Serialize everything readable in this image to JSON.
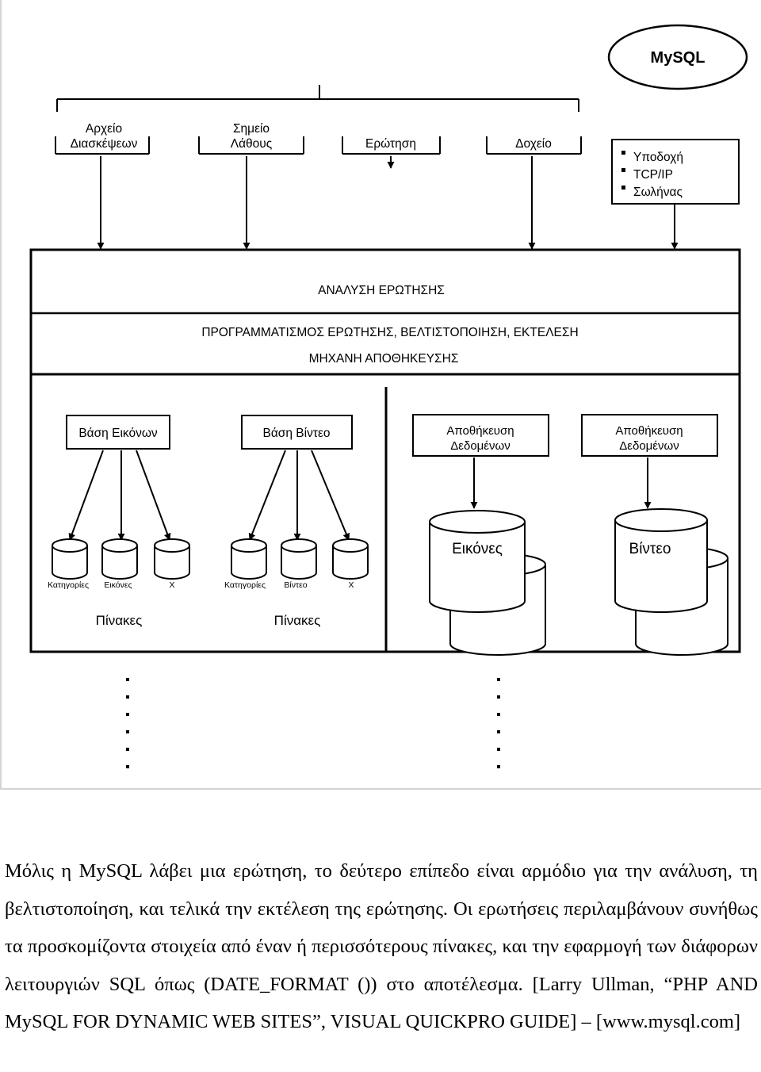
{
  "mysql": "MySQL",
  "top_boxes": [
    {
      "line1": "Αρχείο",
      "line2": "Διασκέψεων"
    },
    {
      "line1": "Σημείο",
      "line2": "Λάθους"
    },
    {
      "line1": "Ερώτηση",
      "line2": ""
    },
    {
      "line1": "Δοχείο",
      "line2": ""
    }
  ],
  "connection_list": [
    "Υποδοχή",
    "TCP/IP",
    "Σωλήνας"
  ],
  "server": {
    "analysis": "ΑΝΑΛΥΣΗ ΕΡΩΤΗΣΗΣ",
    "optimization": "ΠΡΟΓΡΑΜΜΑΤΙΣΜΟΣ ΕΡΩΤΗΣΗΣ, ΒΕΛΤΙΣΤΟΠΟΙΗΣΗ, ΕΚΤΕΛΕΣΗ",
    "storage_engine": "ΜΗΧΑΝΗ ΑΠΟΘΗΚΕΥΣΗΣ"
  },
  "storage_boxes": [
    {
      "line1": "Βάση Εικόνων",
      "line2": ""
    },
    {
      "line1": "Βάση Βίντεο",
      "line2": ""
    },
    {
      "line1": "Αποθήκευση",
      "line2": "Δεδομένων"
    },
    {
      "line1": "Αποθήκευση",
      "line2": "Δεδομένων"
    }
  ],
  "tables_left": [
    "Κατηγορίες",
    "Εικόνες",
    "X"
  ],
  "tables_right": [
    "Κατηγορίες",
    "Βίντεο",
    "X"
  ],
  "tables_caption_left": "Πίνακες",
  "tables_caption_right": "Πίνακες",
  "data_images": "Εικόνες",
  "data_video": "Βίντεο",
  "paragraph": "Μόλις η MySQL λάβει μια ερώτηση, το δεύτερο επίπεδο είναι αρμόδιο για την ανάλυση, τη βελτιστοποίηση, και τελικά την εκτέλεση της ερώτησης. Οι ερωτήσεις περιλαμβάνουν συνήθως τα προσκομίζοντα στοιχεία από έναν ή περισσότερους πίνακες, και την εφαρμογή των διάφορων λειτουργιών SQL όπως (DATE_FORMAT ()) στο αποτέλεσμα. [Larry Ullman, “PHP AND MySQL FOR DYNAMIC WEB SITES”, VISUAL QUICKPRO GUIDE] – [www.mysql.com]"
}
